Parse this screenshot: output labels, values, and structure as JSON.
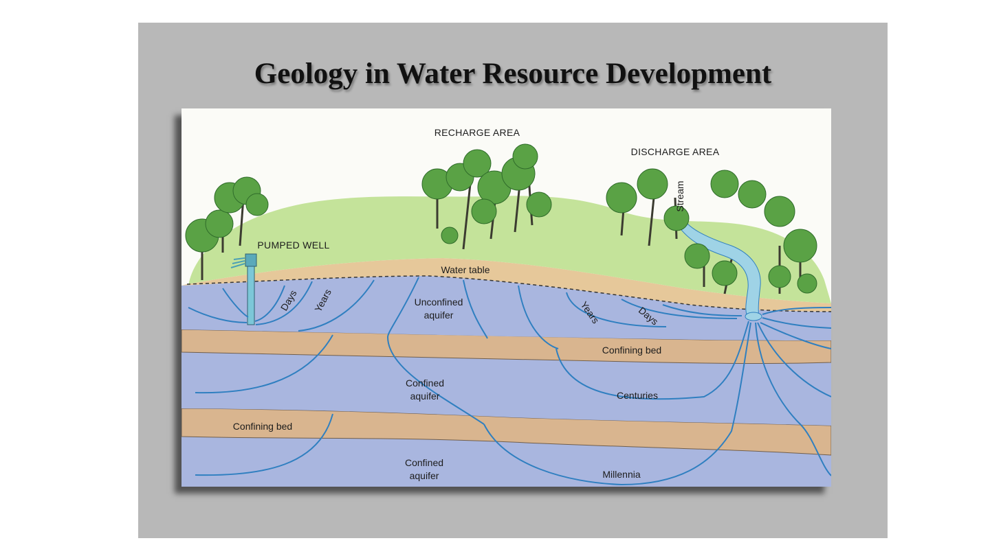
{
  "slide": {
    "title": "Geology in Water Resource Development"
  },
  "diagram": {
    "labels": {
      "recharge_area": "RECHARGE AREA",
      "discharge_area": "DISCHARGE AREA",
      "pumped_well": "PUMPED WELL",
      "stream": "Stream",
      "water_table": "Water table",
      "unconfined_line1": "Unconfined",
      "unconfined_line2": "aquifer",
      "days_left": "Days",
      "years_left": "Years",
      "years_right": "Years",
      "days_right": "Days",
      "confining_bed_upper": "Confining bed",
      "confining_bed_lower": "Confining bed",
      "confined_upper_line1": "Confined",
      "confined_upper_line2": "aquifer",
      "confined_lower_line1": "Confined",
      "confined_lower_line2": "aquifer",
      "centuries": "Centuries",
      "millennia": "Millennia"
    },
    "colors": {
      "background": "#b8b8b8",
      "land_surface": "#c4e39a",
      "water_table_zone": "#e6c89a",
      "aquifer": "#a9b6df",
      "confining_bed": "#d9b58f",
      "flow_lines": "#2f7fc0",
      "trees": "#5aa245"
    }
  }
}
